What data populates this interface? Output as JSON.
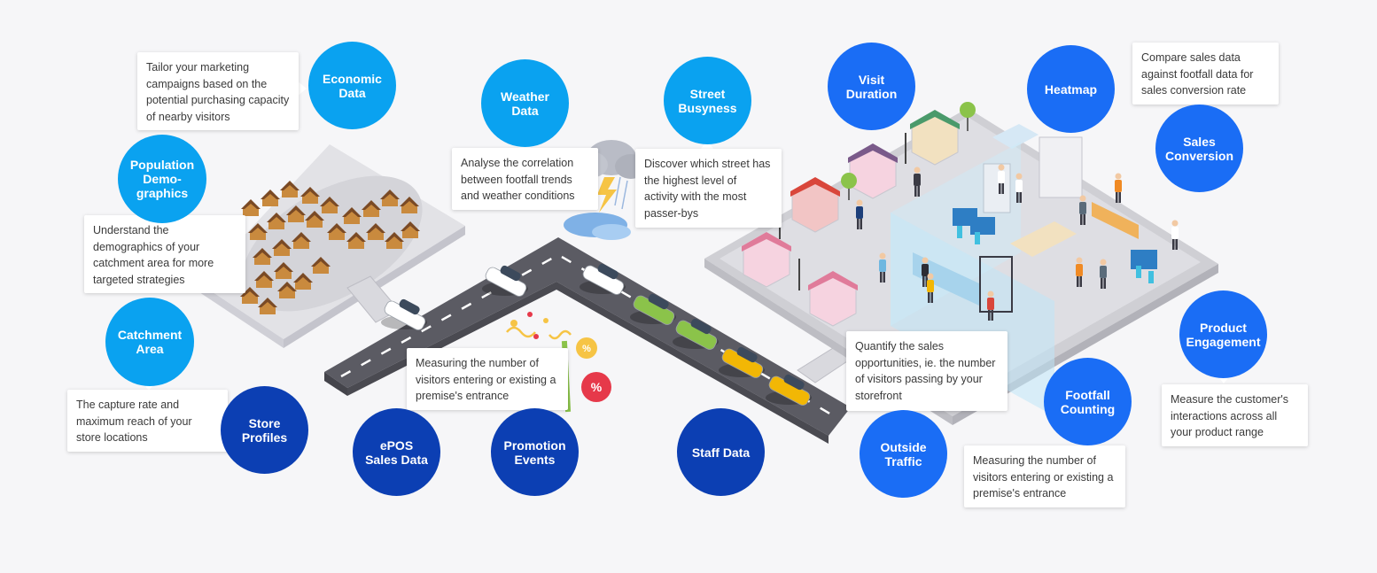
{
  "colors": {
    "background": "#f6f6f8",
    "sky_blue": "#0aa2f0",
    "royal_blue": "#1a6df5",
    "navy_blue": "#0c3fb3"
  },
  "nodes": {
    "economic_data": "Economic\nData",
    "population_demographics": "Population\nDemo-\ngraphics",
    "catchment_area": "Catchment\nArea",
    "store_profiles": "Store\nProfiles",
    "epos_sales_data": "ePOS\nSales Data",
    "promotion_events": "Promotion\nEvents",
    "weather_data": "Weather\nData",
    "street_busyness": "Street\nBusyness",
    "staff_data": "Staff Data",
    "visit_duration": "Visit\nDuration",
    "heatmap": "Heatmap",
    "sales_conversion": "Sales\nConversion",
    "product_engagement": "Product\nEngagement",
    "footfall_counting": "Footfall\nCounting",
    "outside_traffic": "Outside\nTraffic"
  },
  "descriptions": {
    "economic_data": "Tailor your marketing campaigns based on the potential purchasing capacity of nearby visitors",
    "population_demographics": "Understand the demographics of your catchment area for more targeted strategies",
    "catchment_area": "The capture rate and maximum reach of your store locations",
    "promotion_events": "Measuring the number of visitors entering or existing a premise's entrance",
    "weather_data": "Analyse the correlation between footfall trends and weather conditions",
    "street_busyness": "Discover which street has the highest level of activity with the most passer-bys",
    "sales_conversion": "Compare sales data against footfall data for sales conversion rate",
    "product_engagement": "Measure the customer's interactions across all your product range",
    "footfall_counting": "Measuring the number of visitors entering or existing a premise's entrance",
    "outside_traffic": "Quantify the sales opportunities, ie. the number of visitors passing by your storefront"
  },
  "icons": {
    "houses": "house-icon",
    "cars": "car-icon",
    "cloud": "rain-cloud-icon",
    "storefront": "store-icon",
    "people": "person-icon",
    "discount": "discount-badge-icon",
    "confetti": "confetti-icon"
  }
}
